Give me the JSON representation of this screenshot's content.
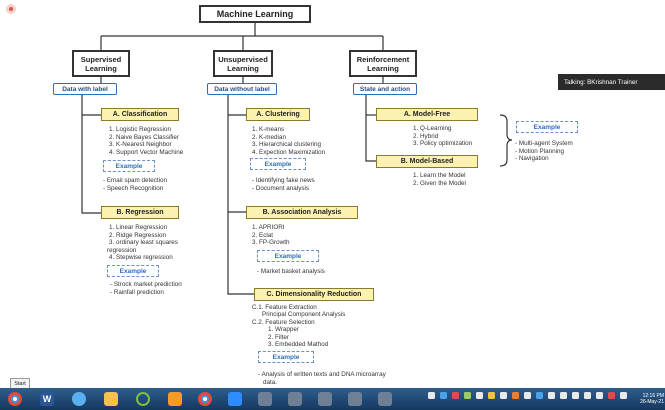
{
  "overlay": {
    "talking": "Talking: BKrishnan Trainer",
    "start_label": "Start"
  },
  "tree": {
    "root": "Machine Learning",
    "supervised": {
      "title_line1": "Supervised",
      "title_line2": "Learning",
      "tag": "Data with label",
      "classification": {
        "heading": "A. Classification",
        "items": [
          "1. Logistic Regression",
          "2. Naive Bayes Classifier",
          "3. K-Nearest Neighbor",
          "4. Support Vector Machine"
        ],
        "example_label": "Example",
        "examples": [
          "- Email spam detection",
          "- Speech Recognition"
        ]
      },
      "regression": {
        "heading": "B. Regression",
        "items": [
          "1. Linear Regression",
          "2. Ridge Regression",
          "3. ordinary least squares",
          "regression",
          "4. Stepwise regression"
        ],
        "example_label": "Example",
        "examples": [
          "- Strock market prediction",
          "- Rainfall prediction"
        ]
      }
    },
    "unsupervised": {
      "title_line1": "Unsupervised",
      "title_line2": "Learning",
      "tag": "Data without label",
      "clustering": {
        "heading": "A. Clustering",
        "items": [
          "1. K-means",
          "2. K-median",
          "3. Hierarchical clustering",
          "4. Expection Maximization"
        ],
        "example_label": "Example",
        "examples": [
          "- Identifying fake news",
          "- Document analysis"
        ]
      },
      "association": {
        "heading": "B. Association Analysis",
        "items": [
          "1. APRIORI",
          "2. Eclat",
          "3. FP-Growth"
        ],
        "example_label": "Example",
        "examples": [
          "- Market basket analysis"
        ]
      },
      "dimensionality": {
        "heading": "C. Dimensionality Reduction",
        "lines": [
          "C.1.  Feature Extraction",
          "Principal Component Analysis",
          "C.2. Feature Selection",
          "1. Wrapper",
          "2. Filter",
          "3. Embedded Mathod"
        ],
        "example_label": "Example",
        "examples": [
          "- Analysis of written texts and DNA microarray",
          "data."
        ]
      }
    },
    "reinforcement": {
      "title_line1": "Reinforcement",
      "title_line2": "Learning",
      "tag": "State and action",
      "model_free": {
        "heading": "A. Model-Free",
        "items": [
          "1. Q-Learning",
          "2. Hybrid",
          "3. Policy optimization"
        ]
      },
      "model_based": {
        "heading": "B. Model-Based",
        "items": [
          "1. Learn the Model",
          "2. Given the Model"
        ]
      },
      "example_label": "Example",
      "examples": [
        "- Multi-agent System",
        "- Motion Planning",
        "- Navigation"
      ]
    }
  },
  "taskbar": {
    "clock_time": "12:16 PM",
    "clock_date": "26-May-21",
    "pinned_icons": [
      "chrome-icon",
      "word-icon",
      "ie-icon",
      "folder-icon",
      "media-icon",
      "chrome-icon",
      "opera-icon",
      "zoom-icon"
    ]
  },
  "colors": {
    "tag_border": "#2f6fb0",
    "heading_fill": "#fbf1b0",
    "taskbar": "#1f4a78"
  }
}
